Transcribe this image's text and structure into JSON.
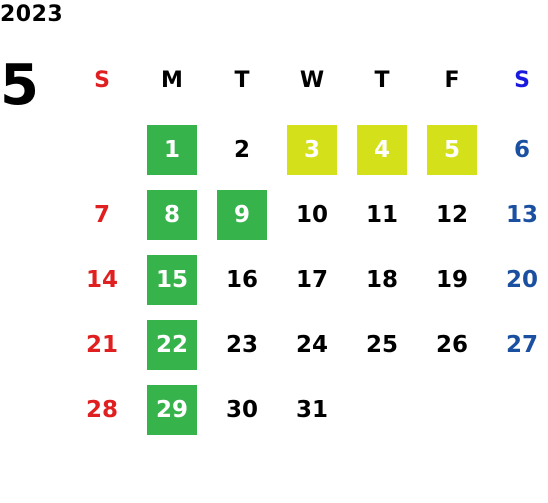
{
  "year": "2023",
  "month": "5",
  "weekdays": [
    "S",
    "M",
    "T",
    "W",
    "T",
    "F",
    "S"
  ],
  "weeks": [
    [
      "",
      "1",
      "2",
      "3",
      "4",
      "5",
      "6"
    ],
    [
      "7",
      "8",
      "9",
      "10",
      "11",
      "12",
      "13"
    ],
    [
      "14",
      "15",
      "16",
      "17",
      "18",
      "19",
      "20"
    ],
    [
      "21",
      "22",
      "23",
      "24",
      "25",
      "26",
      "27"
    ],
    [
      "28",
      "29",
      "30",
      "31",
      "",
      "",
      ""
    ]
  ],
  "colors": {
    "sunday": "#e02020",
    "saturday": "#1b4fa0",
    "saturday_header": "#1a1adf",
    "green_highlight": "#36b34a",
    "yellow_highlight": "#d4e01a"
  },
  "highlights": {
    "green": [
      "1",
      "8",
      "9",
      "15",
      "22",
      "29"
    ],
    "yellow": [
      "3",
      "4",
      "5"
    ]
  }
}
